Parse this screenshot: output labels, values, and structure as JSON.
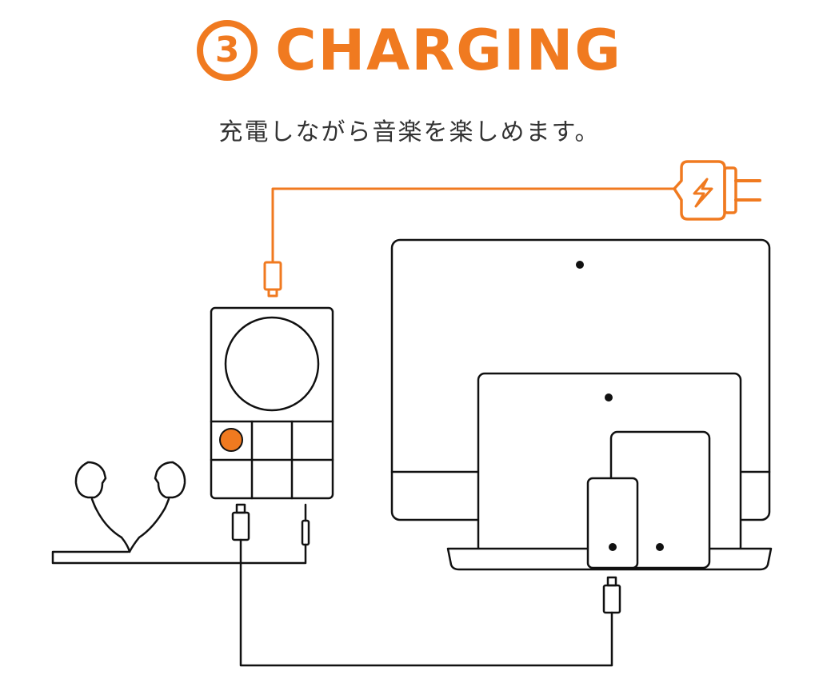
{
  "header": {
    "step_number": "3",
    "title": "CHARGING"
  },
  "subtitle": "充電しながら音楽を楽しめます。",
  "colors": {
    "accent": "#f07a20",
    "line": "#111111",
    "text": "#333333"
  },
  "icons": {
    "power_plug": "power-plug-icon",
    "lightning": "lightning-bolt-icon"
  }
}
